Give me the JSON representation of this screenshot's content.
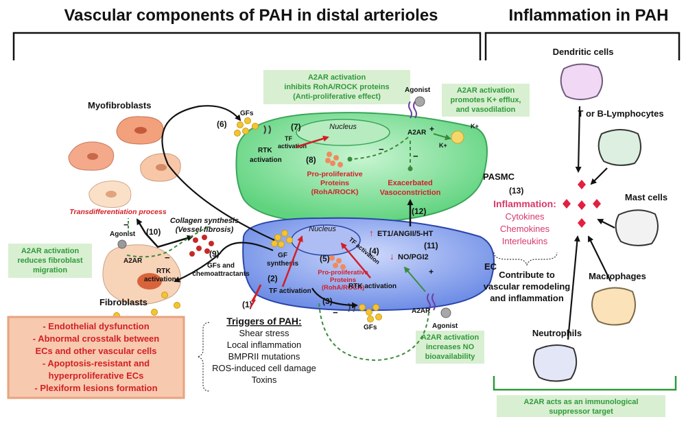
{
  "title_left": "Vascular components of PAH in distal arterioles",
  "title_right": "Inflammation in PAH",
  "labels": {
    "myofibroblasts": "Myofibroblasts",
    "fibroblasts": "Fibroblasts",
    "transdiff": "Transdifferentiation process",
    "collagen1": "Collagen synthesis",
    "collagen2": "(Vessel fibrosis)",
    "gfs": "GFs",
    "rtk1": "RTK",
    "rtk2": "activation",
    "rtk_act": "RTK activation",
    "tf1": "TF",
    "tf2": "activation",
    "tf_act": "TF activation",
    "nucleus": "Nucleus",
    "agonist": "Agonist",
    "k_plus": "K+",
    "a2ar": "A2AR",
    "pasmc": "PASMC",
    "ec": "EC",
    "gf_synth1": "GF",
    "gf_synth2": "synthesis",
    "gfs_chemo1": "GFs and",
    "gfs_chemo2": "chemoattractants",
    "pro1": "Pro-proliferative",
    "pro2": "Proteins",
    "pro3": "(RohA/ROCK)",
    "exa1": "Exacerbated",
    "exa2": "Vasoconstriction",
    "et1": "ET1/ANGII/5-HT",
    "no": "NO/PGI2",
    "plus": "+",
    "minus": "−",
    "dendritic": "Dendritic cells",
    "lymph": "T or B-Lymphocytes",
    "mast": "Mast cells",
    "macro": "Macrophages",
    "neutro": "Neutrophils",
    "inflammation": "Inflammation:",
    "cytokines": "Cytokines",
    "chemokines": "Chemokines",
    "interleukins": "Interleukins",
    "contribute1": "Contribute to",
    "contribute2": "vascular remodeling",
    "contribute3": "and inflammation"
  },
  "numbers": {
    "n1": "(1)",
    "n2": "(2)",
    "n3": "(3)",
    "n4": "(4)",
    "n5": "(5)",
    "n6": "(6)",
    "n7": "(7)",
    "n8": "(8)",
    "n9": "(9)",
    "n10": "(10)",
    "n11": "(11)",
    "n12": "(12)",
    "n13": "(13)"
  },
  "boxes": {
    "top": [
      "A2AR activation",
      "inhibits RohA/ROCK proteins",
      "(Anti-proliferative effect)"
    ],
    "k": [
      "A2AR activation",
      "promotes K+ efflux,",
      "and vasodilation"
    ],
    "fib": [
      "A2AR activation",
      "reduces fibroblast",
      "migration"
    ],
    "no": [
      "A2AR activation",
      "increases NO",
      "bioavailability"
    ],
    "immune": [
      "A2AR acts as an immunological",
      "suppressor target"
    ]
  },
  "triggers": {
    "title": "Triggers of PAH:",
    "items": [
      "Shear stress",
      "Local inflammation",
      "BMPRII mutations",
      "ROS-induced cell damage",
      "Toxins"
    ]
  },
  "ec_list": [
    "- Endothelial dysfunction",
    "-  Abnormal crosstalk between",
    "ECs and other vascular cells",
    "-  Apoptosis-resistant and",
    "hyperproliferative ECs",
    "-  Plexiform lesions formation"
  ],
  "colors": {
    "green_text": "#2e9a3a",
    "green_box": "#d9efd2",
    "red_text": "#d21f26",
    "pink_text": "#d6386a",
    "pasmc_fill": "#7fe39a",
    "ec_fill": "#8aa4ef",
    "orange_box": "#f7c9ae"
  }
}
